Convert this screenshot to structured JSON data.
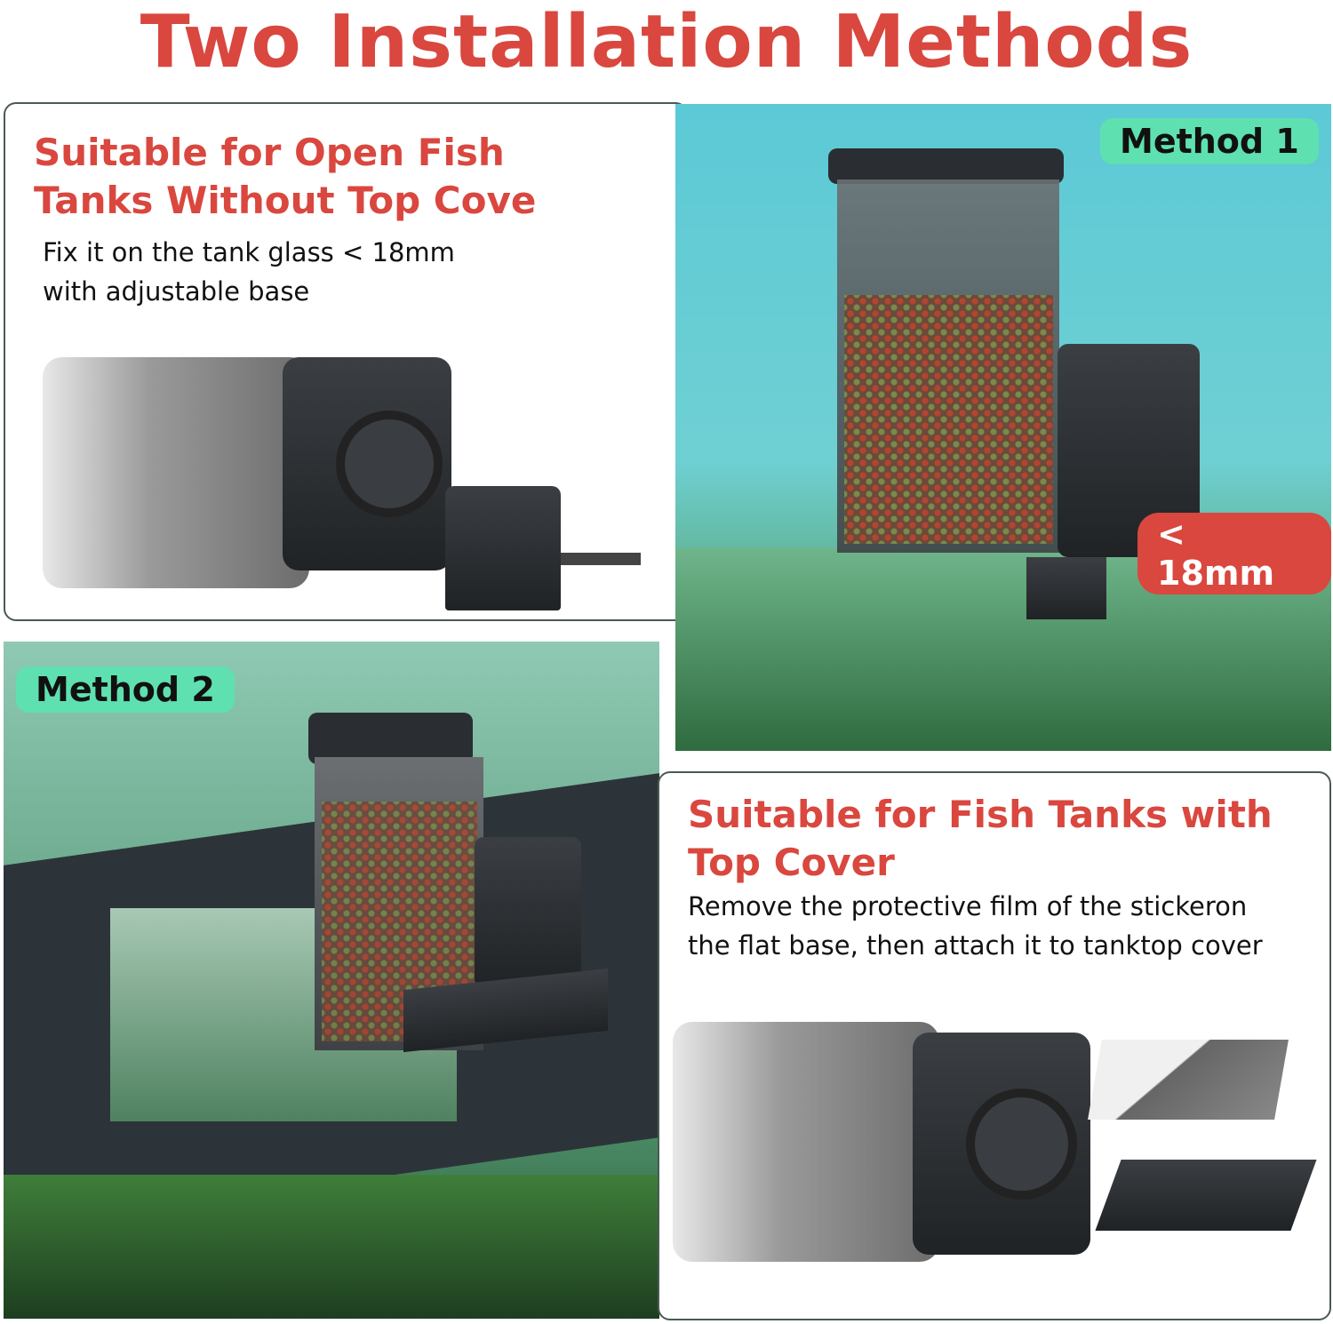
{
  "title": "Two Installation Methods",
  "panel_open": {
    "heading_line1": "Suitable for Open Fish",
    "heading_line2": "Tanks Without Top Cove",
    "desc_line1": "Fix it on the tank glass  < 18mm",
    "desc_line2": "with adjustable base"
  },
  "method1": {
    "badge": "Method 1",
    "measure": "< 18mm"
  },
  "method2": {
    "badge": "Method 2"
  },
  "panel_cover": {
    "heading_line1": "Suitable for Fish Tanks with",
    "heading_line2": "Top Cover",
    "desc_line1": "Remove the protective film of the stickeron",
    "desc_line2": "the flat base, then attach it to tanktop cover"
  },
  "colors": {
    "accent_red": "#d9473f",
    "badge_green": "#5fe0b0"
  }
}
